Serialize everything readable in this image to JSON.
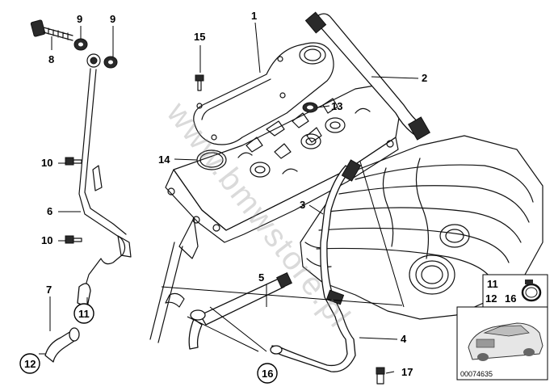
{
  "labels": {
    "l1": "1",
    "l2": "2",
    "l3": "3",
    "l4": "4",
    "l5": "5",
    "l6": "6",
    "l7": "7",
    "l8": "8",
    "l9a": "9",
    "l9b": "9",
    "l10a": "10",
    "l10b": "10",
    "l11": "11",
    "l12": "12",
    "l13": "13",
    "l14": "14",
    "l15": "15",
    "l16": "16",
    "l17": "17"
  },
  "inset": {
    "row1": "11",
    "row2a": "12",
    "row2b": "16"
  },
  "watermark": "www.bmwstore.pl",
  "reference_number": "00074635"
}
